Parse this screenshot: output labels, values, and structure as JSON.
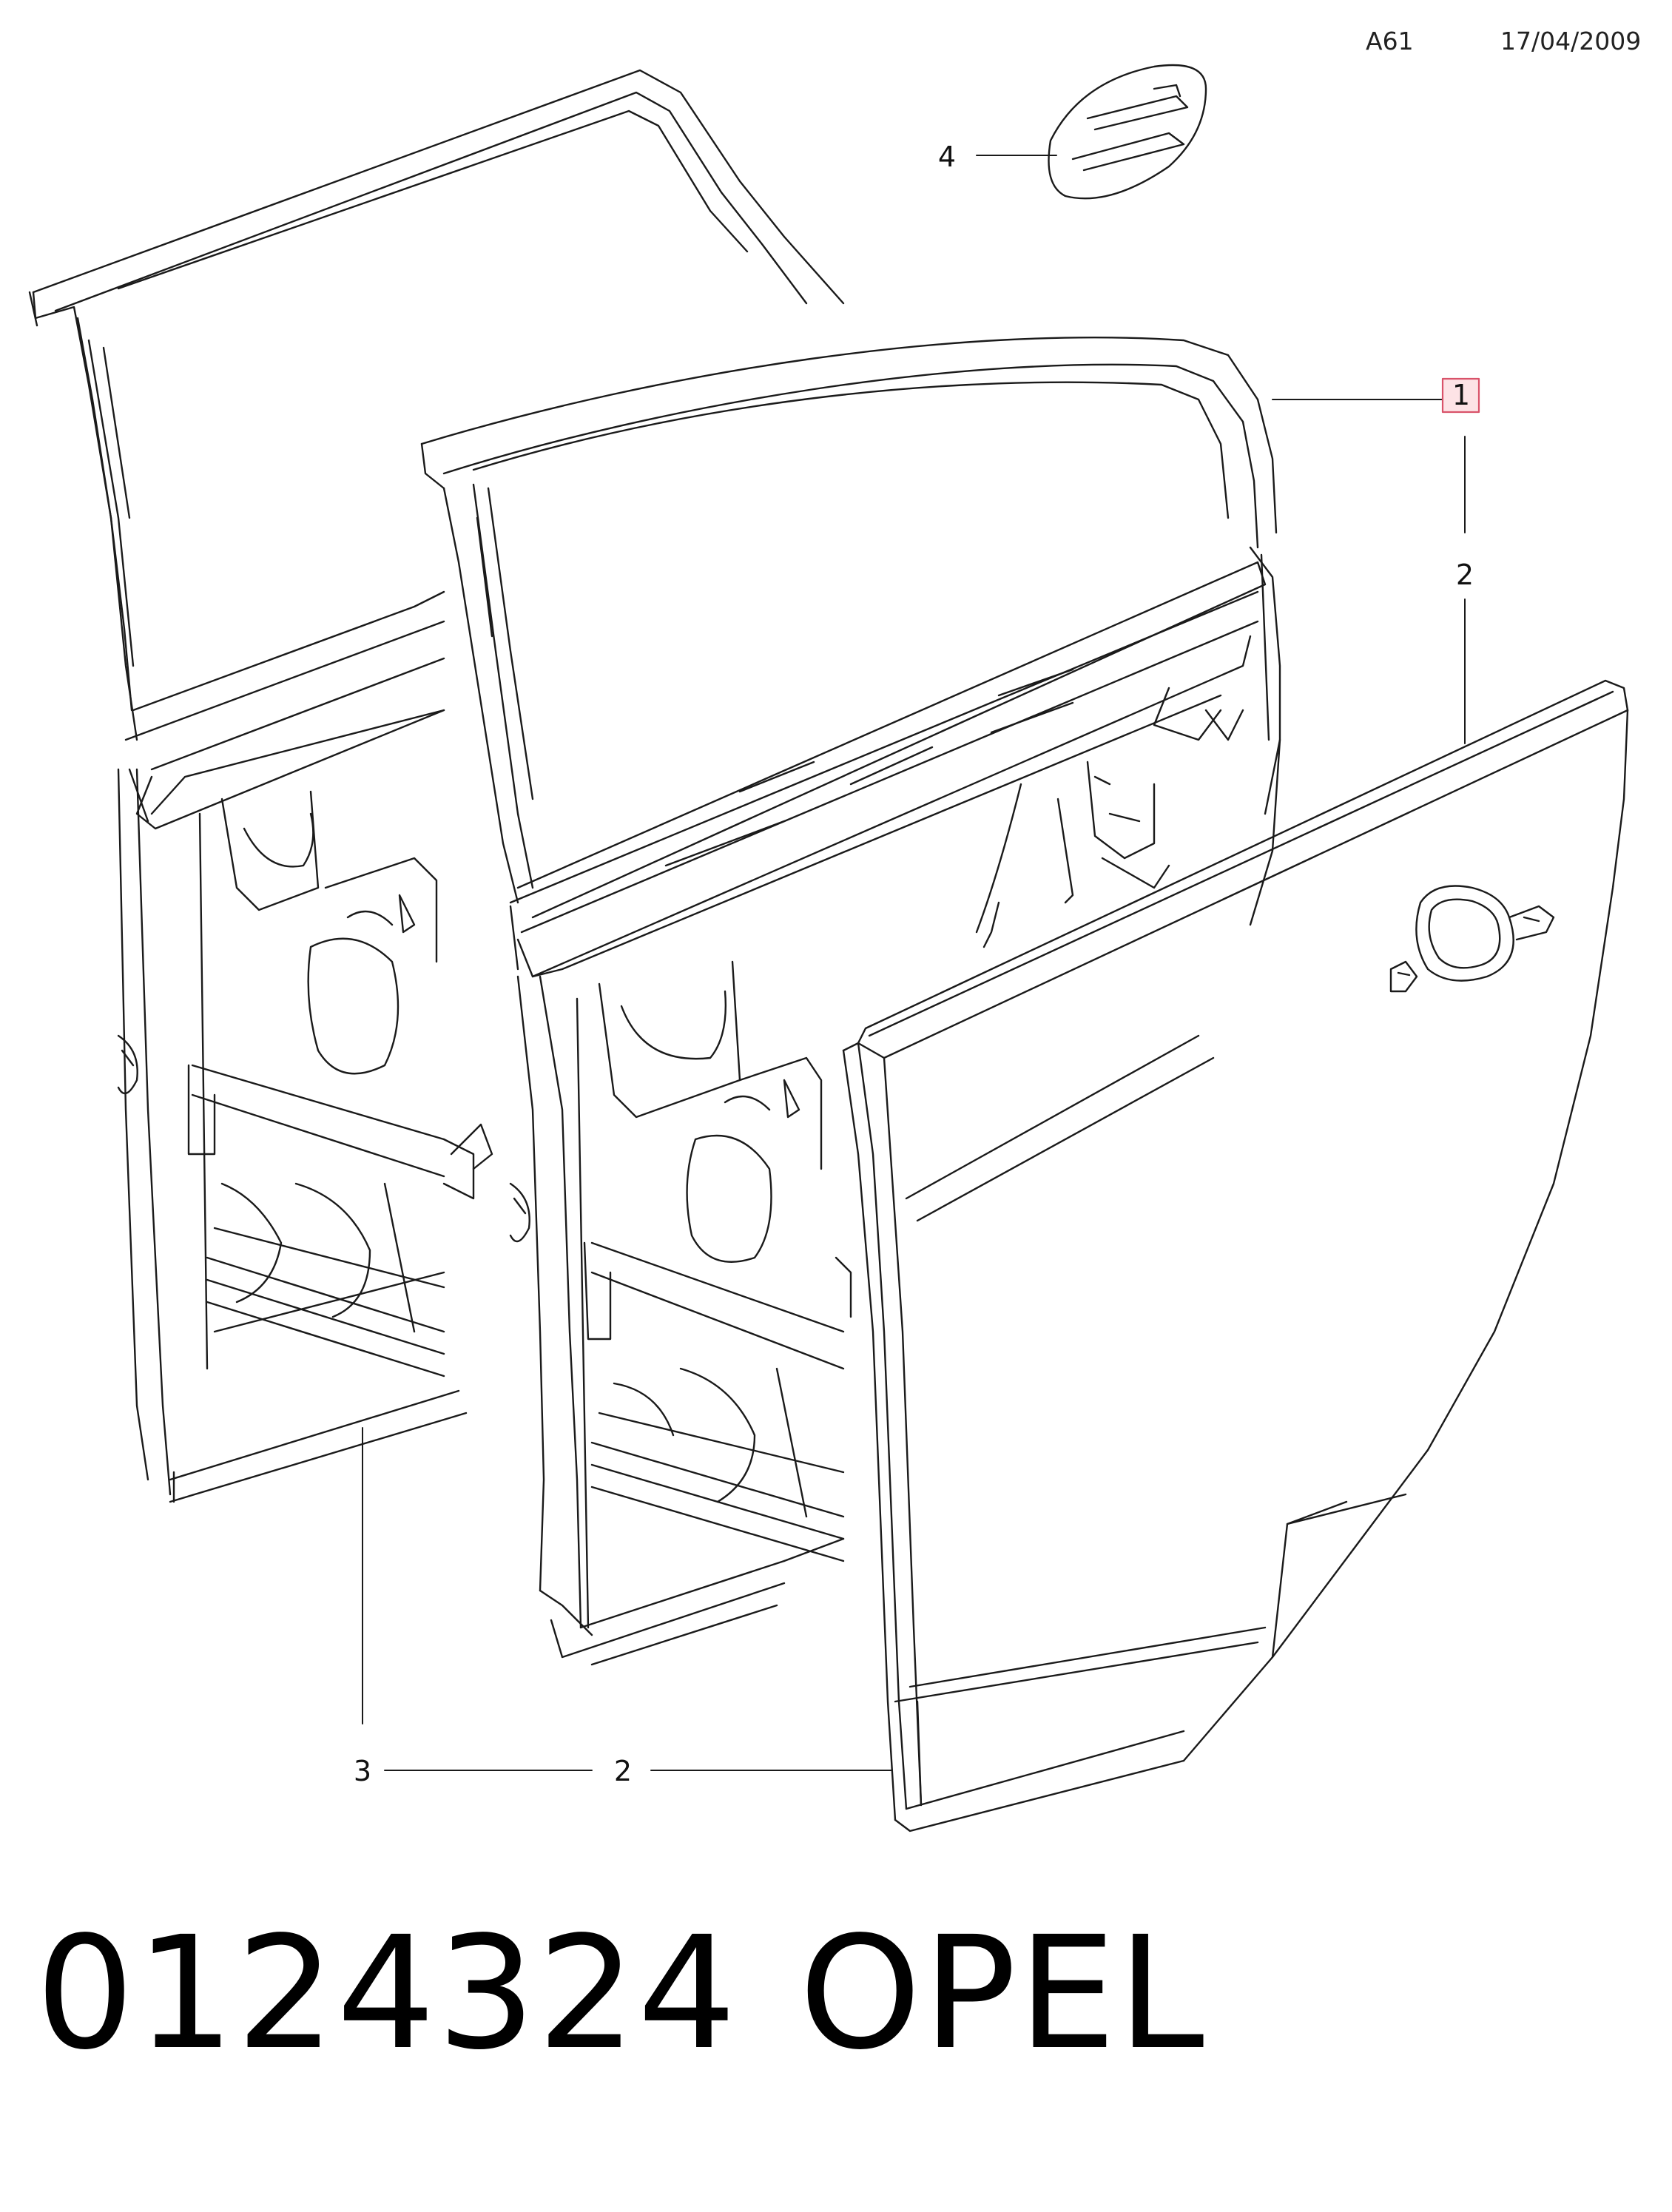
{
  "header": {
    "sheet_code": "A61",
    "date": "17/04/2009"
  },
  "callouts": {
    "c1": "1",
    "c2_right": "2",
    "c2_bottom": "2",
    "c3": "3",
    "c4": "4"
  },
  "colors": {
    "highlight_fill": "#fde3e6",
    "highlight_stroke": "#d9536a",
    "line": "#1a1a1a"
  },
  "footer": {
    "part_number": "0124324",
    "brand": "OPEL"
  }
}
